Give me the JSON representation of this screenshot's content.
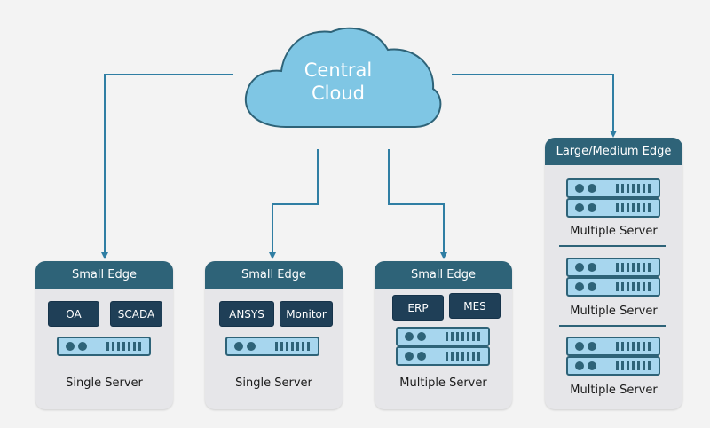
{
  "cloud": {
    "line1": "Central",
    "line2": "Cloud"
  },
  "edges": [
    {
      "header": "Small Edge",
      "tags": [
        "OA",
        "SCADA"
      ],
      "caption": "Single Server"
    },
    {
      "header": "Small Edge",
      "tags": [
        "ANSYS",
        "Monitor"
      ],
      "caption": "Single Server"
    },
    {
      "header": "Small Edge",
      "tags": [
        "ERP",
        "MES"
      ],
      "caption": "Multiple Server"
    }
  ],
  "large_edge": {
    "header": "Large/Medium Edge",
    "groups": [
      {
        "caption": "Multiple Server"
      },
      {
        "caption": "Multiple Server"
      },
      {
        "caption": "Multiple Server"
      }
    ]
  },
  "colors": {
    "cloud_fill": "#7fc6e4",
    "cloud_stroke": "#2e6378",
    "header": "#2e6378",
    "tag": "#1f3f57",
    "server_fill": "#a7d6ee",
    "connector": "#2f7ea3",
    "box": "#e6e6e9"
  }
}
